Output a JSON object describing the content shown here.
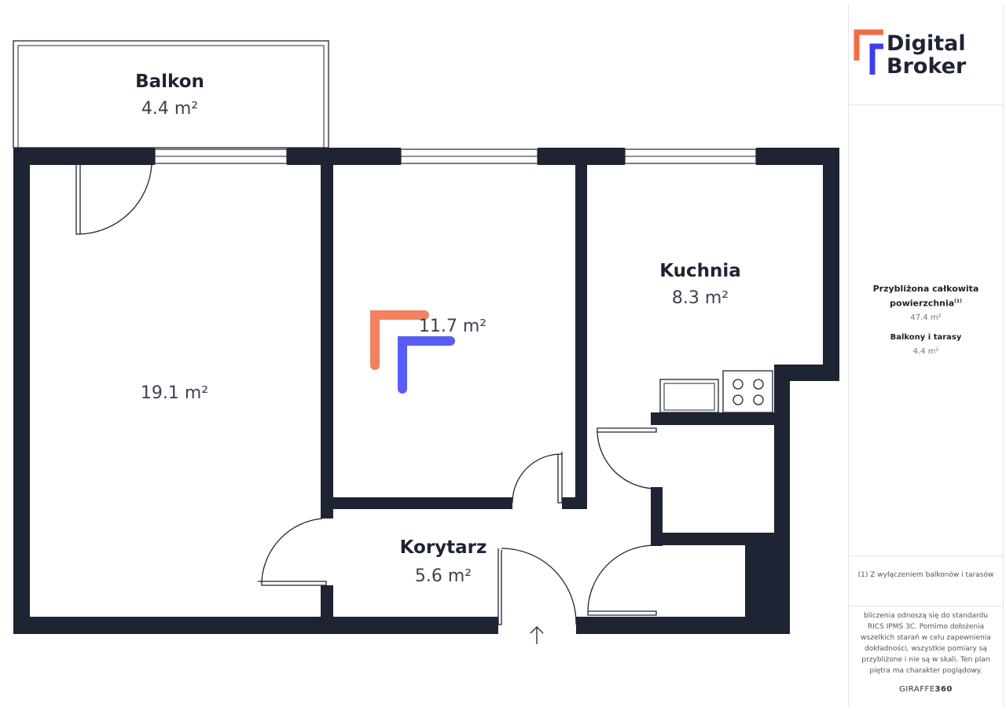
{
  "rooms": [
    {
      "name": "Balkon",
      "area": "4.4 m²"
    },
    {
      "name": "",
      "area": "19.1 m²"
    },
    {
      "name": "",
      "area": "11.7 m²"
    },
    {
      "name": "Kuchnia",
      "area": "8.3 m²"
    },
    {
      "name": "Korytarz",
      "area": "5.6 m²"
    }
  ],
  "logo": {
    "line1": "Digital",
    "line2": "Broker",
    "colors": {
      "orange": "#f26b43",
      "blue": "#3b3ff0"
    }
  },
  "summary": {
    "total_label": "Przybliżona całkowita powierzchnia",
    "total_sup": "(1)",
    "total_value": "47.4 m²",
    "balcony_label": "Balkony i tarasy",
    "balcony_value": "4.4 m²"
  },
  "footnote": "(1) Z wyłączeniem balkonów i tarasów",
  "disclaimer": "bliczenia odnoszą się do standardu RICS IPMS 3C. Pomimo dołożenia wszelkich starań w celu zapewnienia dokładności, wszystkie pomiary są przybliżone i nie są w skali. Ten plan piętra ma charakter poglądowy.",
  "brand": {
    "part1": "GIRAFFE",
    "part2": "360"
  },
  "wall_color": "#1e2433"
}
